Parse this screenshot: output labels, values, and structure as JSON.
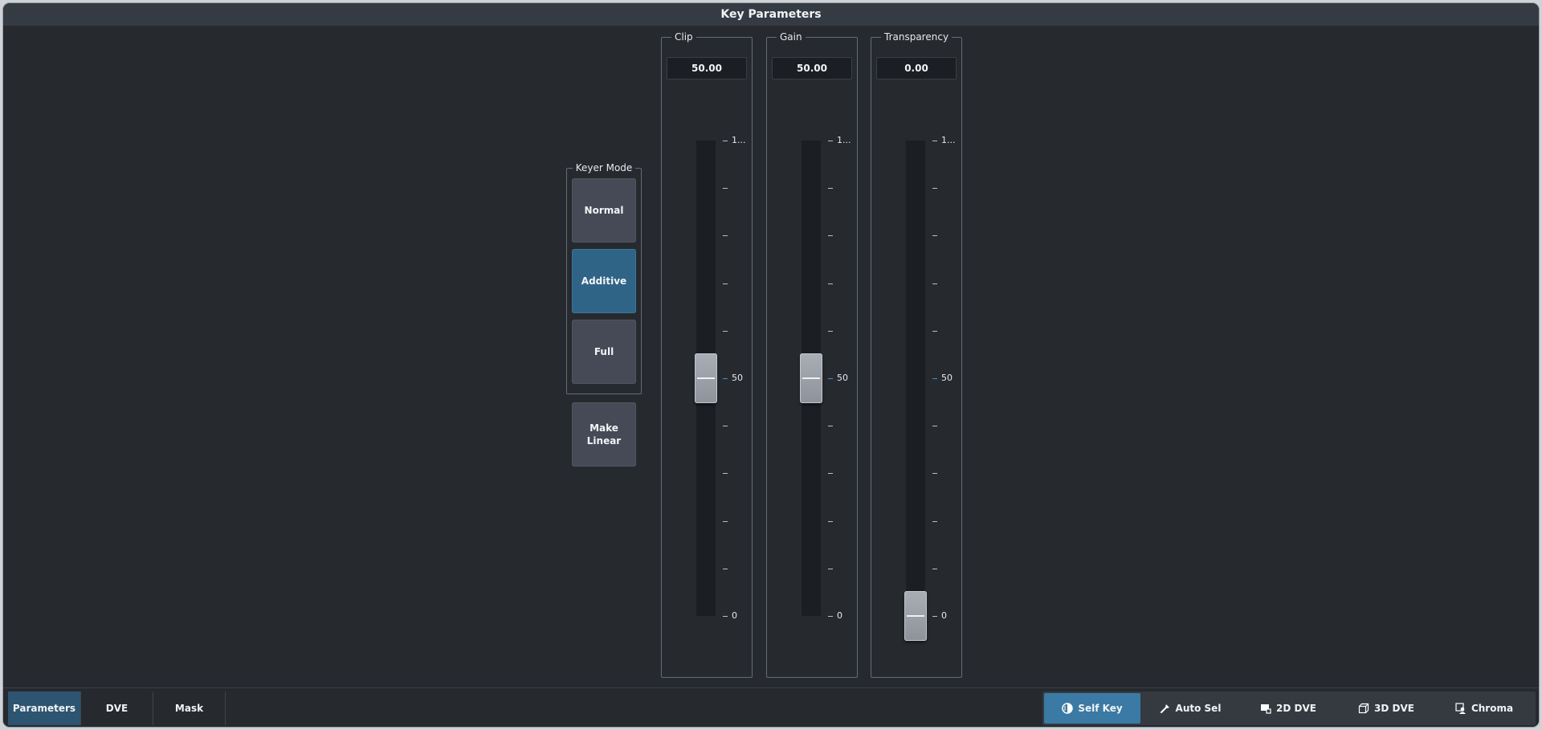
{
  "window": {
    "title": "Key Parameters"
  },
  "keyer_mode": {
    "label": "Keyer Mode",
    "buttons": [
      "Normal",
      "Additive",
      "Full"
    ],
    "selected": "Additive",
    "make_linear_label": "Make\nLinear"
  },
  "sliders": [
    {
      "label": "Clip",
      "value_text": "50.00",
      "value": 50,
      "max_label": "1...",
      "mid_label": "50",
      "min_label": "0"
    },
    {
      "label": "Gain",
      "value_text": "50.00",
      "value": 50,
      "max_label": "1...",
      "mid_label": "50",
      "min_label": "0"
    },
    {
      "label": "Transparency",
      "value_text": "0.00",
      "value": 0,
      "max_label": "1...",
      "mid_label": "50",
      "min_label": "0"
    }
  ],
  "bottom_tabs": [
    {
      "label": "Parameters",
      "active": true
    },
    {
      "label": "DVE",
      "active": false
    },
    {
      "label": "Mask",
      "active": false
    }
  ],
  "key_types": [
    {
      "label": "Self Key",
      "icon": "self-key-icon",
      "active": true
    },
    {
      "label": "Auto Sel",
      "icon": "auto-select-icon",
      "active": false
    },
    {
      "label": "2D DVE",
      "icon": "2d-dve-icon",
      "active": false
    },
    {
      "label": "3D DVE",
      "icon": "3d-dve-icon",
      "active": false
    },
    {
      "label": "Chroma",
      "icon": "chroma-icon",
      "active": false
    }
  ],
  "colors": {
    "accent": "#3a7aa4",
    "selected_mode": "#2f6486",
    "background": "#262a2f"
  }
}
